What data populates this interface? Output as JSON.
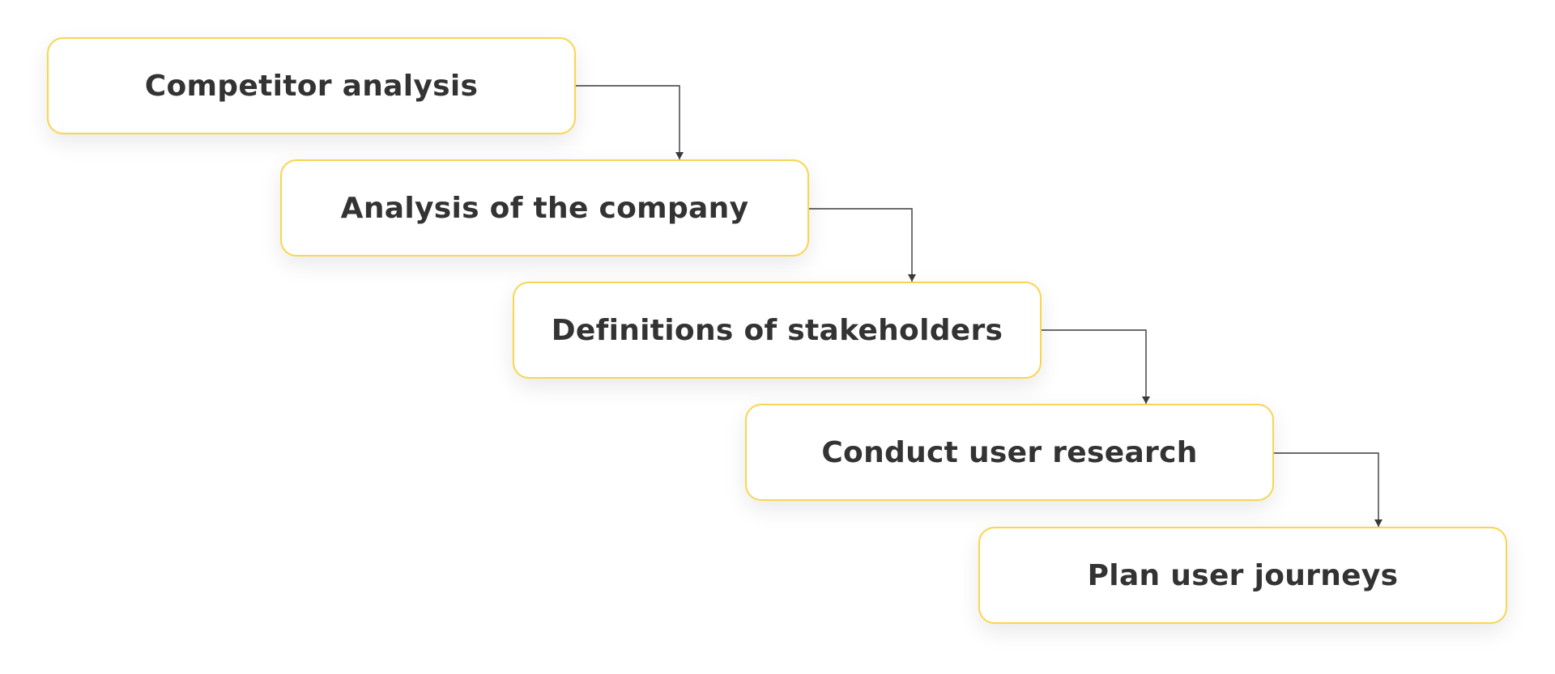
{
  "diagram": {
    "steps": [
      {
        "label": "Competitor analysis"
      },
      {
        "label": "Analysis of the company"
      },
      {
        "label": "Definitions of stakeholders"
      },
      {
        "label": "Conduct user research"
      },
      {
        "label": "Plan user journeys"
      }
    ],
    "colors": {
      "box_border": "#f8d650",
      "box_fill": "#ffffff",
      "text": "#333333",
      "connector": "#3a3a3a"
    }
  }
}
